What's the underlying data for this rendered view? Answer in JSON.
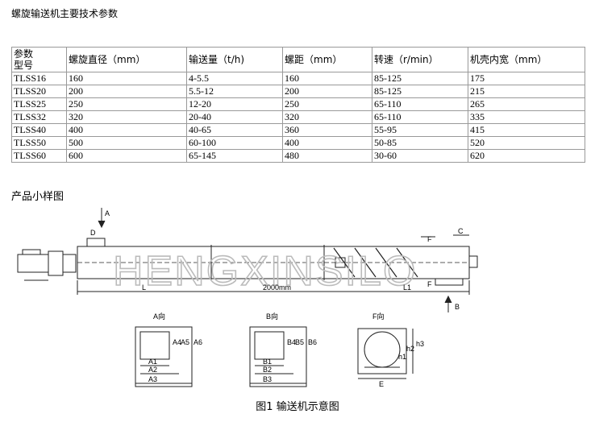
{
  "page": {
    "title": "螺旋输送机主要技术参数",
    "subtitle": "产品小样图",
    "caption": "图1 输送机示意图"
  },
  "table": {
    "headers": [
      "参数\n型号",
      "螺旋直径（mm）",
      "输送量（t/h)",
      "螺距（mm）",
      "转速（r/min）",
      "机壳内宽（mm）"
    ],
    "rows": [
      [
        "TLSS16",
        "160",
        "4-5.5",
        "160",
        "85-125",
        "175"
      ],
      [
        "TLSS20",
        "200",
        "5.5-12",
        "200",
        "85-125",
        "215"
      ],
      [
        "TLSS25",
        "250",
        "12-20",
        "250",
        "65-110",
        "265"
      ],
      [
        "TLSS32",
        "320",
        "20-40",
        "320",
        "65-110",
        "335"
      ],
      [
        "TLSS40",
        "400",
        "40-65",
        "360",
        "55-95",
        "415"
      ],
      [
        "TLSS50",
        "500",
        "60-100",
        "400",
        "50-85",
        "520"
      ],
      [
        "TLSS60",
        "600",
        "65-145",
        "480",
        "30-60",
        "620"
      ]
    ]
  },
  "drawing": {
    "watermark": "HENGXINSILO",
    "arrow_a": "A",
    "arrow_b": "B",
    "label_d": "D",
    "label_f": "F",
    "label_c": "C",
    "dim_l": "L",
    "dim_2000": "2000mm",
    "dim_l1": "L1",
    "view_a": "A向",
    "view_b": "B向",
    "view_f": "F向",
    "a_dims": [
      "A1",
      "A2",
      "A3",
      "A4",
      "A5",
      "A6"
    ],
    "b_dims": [
      "B1",
      "B2",
      "B3",
      "B4",
      "B5",
      "B6"
    ],
    "f_dims": [
      "E",
      "h1",
      "h2",
      "h3"
    ]
  }
}
